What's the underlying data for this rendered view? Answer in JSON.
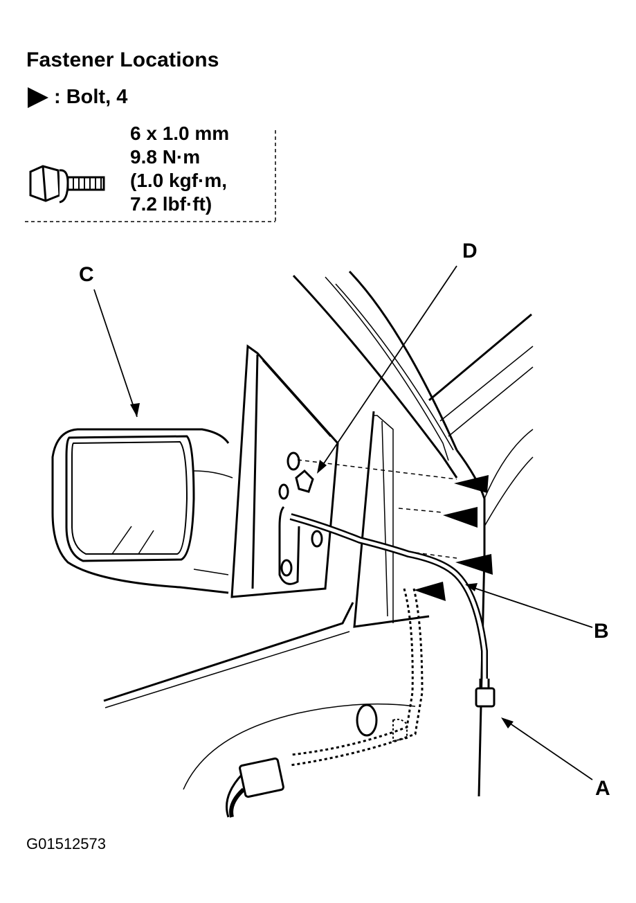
{
  "title": "Fastener Locations",
  "legend": {
    "symbol": "arrowhead-icon",
    "text": ": Bolt, 4"
  },
  "bolt_spec": {
    "size": "6 x 1.0 mm",
    "torque_nm": "9.8 N·m",
    "torque_kgf": "(1.0 kgf·m,",
    "torque_lbf": "7.2 lbf·ft)"
  },
  "callouts": {
    "a": "A",
    "b": "B",
    "c": "C",
    "d": "D"
  },
  "figure_id": "G01512573",
  "colors": {
    "ink": "#000000",
    "background": "#ffffff"
  }
}
